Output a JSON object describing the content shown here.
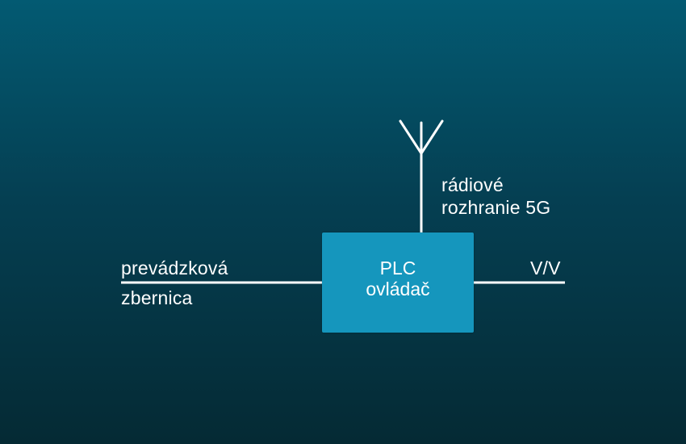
{
  "diagram": {
    "left_label_line1": "prevádzková",
    "left_label_line2": "zbernica",
    "radio_label_line1": "rádiové",
    "radio_label_line2": "rozhranie 5G",
    "right_label": "V/V",
    "box_line1": "PLC",
    "box_line2": "ovládač"
  },
  "colors": {
    "background_top": "#035a72",
    "background_bottom": "#052a34",
    "box_fill": "#1596bd",
    "lines": "#ffffff",
    "text": "#ffffff"
  }
}
